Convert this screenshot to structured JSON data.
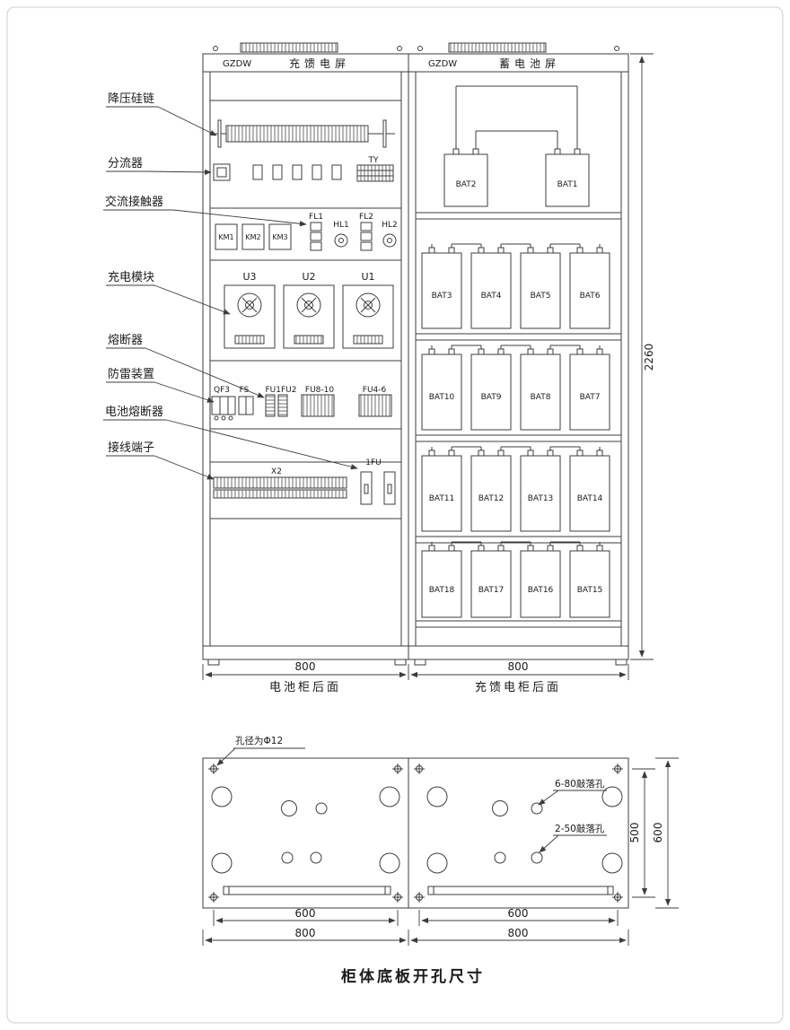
{
  "diagram": {
    "cabinets": {
      "left": {
        "brand": "GZDW",
        "title": "充馈电屏",
        "caption": "电池柜后面"
      },
      "right": {
        "brand": "GZDW",
        "title": "蓄电池屏",
        "caption": "充馈电柜后面"
      }
    },
    "side_labels": [
      "降压硅链",
      "分流器",
      "交流接触器",
      "充电模块",
      "熔断器",
      "防雷装置",
      "电池熔断器",
      "接线端子"
    ],
    "components": {
      "ty": "TY",
      "km": [
        "KM1",
        "KM2",
        "KM3"
      ],
      "fl1": "FL1",
      "fl2": "FL2",
      "hl1": "HL1",
      "hl2": "HL2",
      "modules": [
        "U3",
        "U2",
        "U1"
      ],
      "qf3": "QF3",
      "fs": "FS",
      "fu12": "FU1FU2",
      "fu810": "FU8-10",
      "fu46": "FU4-6",
      "x2": "X2",
      "fu1": "1FU"
    },
    "batteries": {
      "row1": [
        "BAT2",
        "BAT1"
      ],
      "row2": [
        "BAT3",
        "BAT4",
        "BAT5",
        "BAT6"
      ],
      "row3": [
        "BAT10",
        "BAT9",
        "BAT8",
        "BAT7"
      ],
      "row4": [
        "BAT11",
        "BAT12",
        "BAT13",
        "BAT14"
      ],
      "row5": [
        "BAT18",
        "BAT17",
        "BAT16",
        "BAT15"
      ]
    },
    "dims": {
      "width_left": "800",
      "width_right": "800",
      "height": "2260"
    },
    "plate": {
      "hole_note": "孔径为Φ12",
      "knockout_large": "6-80敲落孔",
      "knockout_small": "2-50敲落孔",
      "dim_inner": "600",
      "dim_outer": "800",
      "dim_inner_h": "500",
      "dim_outer_h": "600",
      "caption": "柜体底板开孔尺寸"
    }
  }
}
